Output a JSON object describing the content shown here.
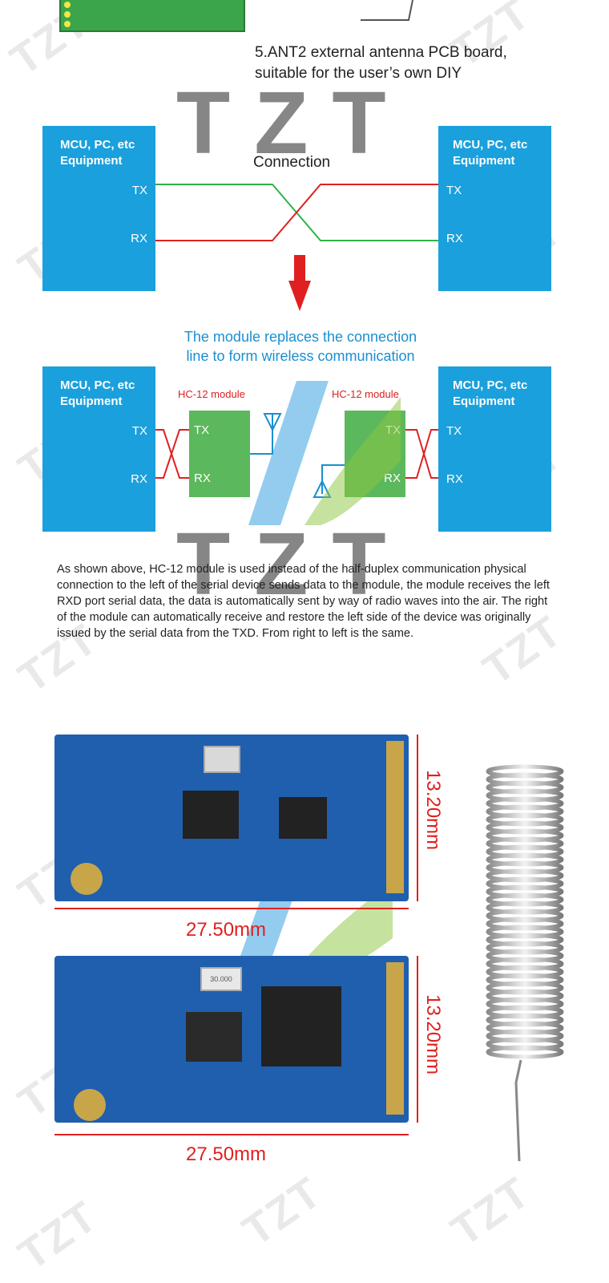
{
  "top_caption": {
    "line1": "5.ANT2 external antenna PCB board,",
    "line2": "suitable for the user’s own DIY"
  },
  "watermark": {
    "logo_text": "TZT"
  },
  "diagram1": {
    "left_box": {
      "title_line1": "MCU, PC, etc",
      "title_line2": "Equipment",
      "tx": "TX",
      "rx": "RX"
    },
    "right_box": {
      "title_line1": "MCU, PC, etc",
      "title_line2": "Equipment",
      "tx": "TX",
      "rx": "RX"
    },
    "connection_label": "Connection",
    "colors": {
      "box": "#1aa0dc",
      "tx_line": "#2db34a",
      "rx_line": "#e02020",
      "arrow": "#e02020"
    }
  },
  "module_caption": {
    "line1": "The module replaces the connection",
    "line2": "line to form wireless communication"
  },
  "diagram2": {
    "left_box": {
      "title_line1": "MCU, PC, etc",
      "title_line2": "Equipment",
      "tx": "TX",
      "rx": "RX"
    },
    "right_box": {
      "title_line1": "MCU, PC, etc",
      "title_line2": "Equipment",
      "tx": "TX",
      "rx": "RX"
    },
    "left_module": {
      "label": "HC-12 module",
      "tx": "TX",
      "rx": "RX"
    },
    "right_module": {
      "label": "HC-12 module",
      "tx": "TX",
      "rx": "RX"
    },
    "colors": {
      "module": "#5cb85c",
      "label": "#e02020",
      "antenna": "#1a8fd0"
    }
  },
  "description": "As shown above, HC-12 module is used instead of the half-duplex communication physical connection to the left of the serial device sends data to the module, the module receives the left RXD port serial data, the data is automatically sent by way of radio waves into the air. The right of the module can automatically receive and restore the left side of the device was originally issued by the serial data from the TXD. From right to left is the same.",
  "board1": {
    "width_label": "27.50mm",
    "height_label": "13.20mm"
  },
  "board2": {
    "width_label": "27.50mm",
    "height_label": "13.20mm",
    "crystal_text": "30.000"
  },
  "antenna_label": ""
}
